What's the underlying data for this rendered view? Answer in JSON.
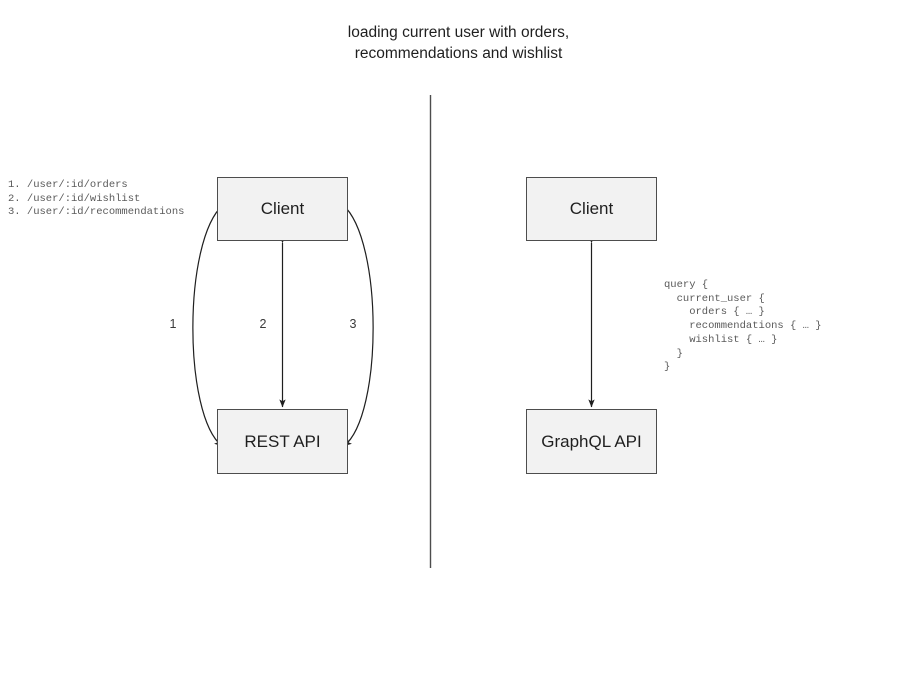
{
  "diagram": {
    "title": "loading current user with orders,\nrecommendations and wishlist",
    "divider": {
      "orientation": "vertical",
      "color": "#4d4d4d"
    },
    "background_color": "#ffffff",
    "node_fill": "#f2f2f2",
    "node_border": "#4d4d4d"
  },
  "left_panel": {
    "name": "rest-approach",
    "nodes": [
      {
        "id": "client",
        "label": "Client"
      },
      {
        "id": "rest-api",
        "label": "REST API"
      }
    ],
    "edges": [
      {
        "id": "edge-1",
        "label": "1",
        "style": "curved-left",
        "arrows": "both"
      },
      {
        "id": "edge-2",
        "label": "2",
        "style": "straight",
        "arrows": "both"
      },
      {
        "id": "edge-3",
        "label": "3",
        "style": "curved-right",
        "arrows": "both"
      }
    ],
    "endpoints_note": "1. /user/:id/orders\n2. /user/:id/wishlist\n3. /user/:id/recommendations"
  },
  "right_panel": {
    "name": "graphql-approach",
    "nodes": [
      {
        "id": "client",
        "label": "Client"
      },
      {
        "id": "graphql-api",
        "label": "GraphQL API"
      }
    ],
    "edges": [
      {
        "id": "edge-query",
        "label": "",
        "style": "straight",
        "arrows": "both"
      }
    ],
    "query_note": "query {\n  current_user {\n    orders { … }\n    recommendations { … }\n    wishlist { … }\n  }\n}"
  }
}
